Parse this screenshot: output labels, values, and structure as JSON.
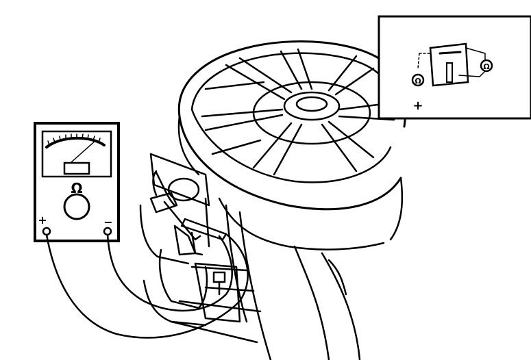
{
  "meter": {
    "scale_symbol": "Ω",
    "terminal_positive": "+",
    "terminal_negative": "−"
  },
  "inset": {
    "terminal_positive": "+",
    "symbol_left": "Ω",
    "symbol_right": "Ω"
  },
  "colors": {
    "ink": "#000000",
    "paper": "#ffffff"
  }
}
